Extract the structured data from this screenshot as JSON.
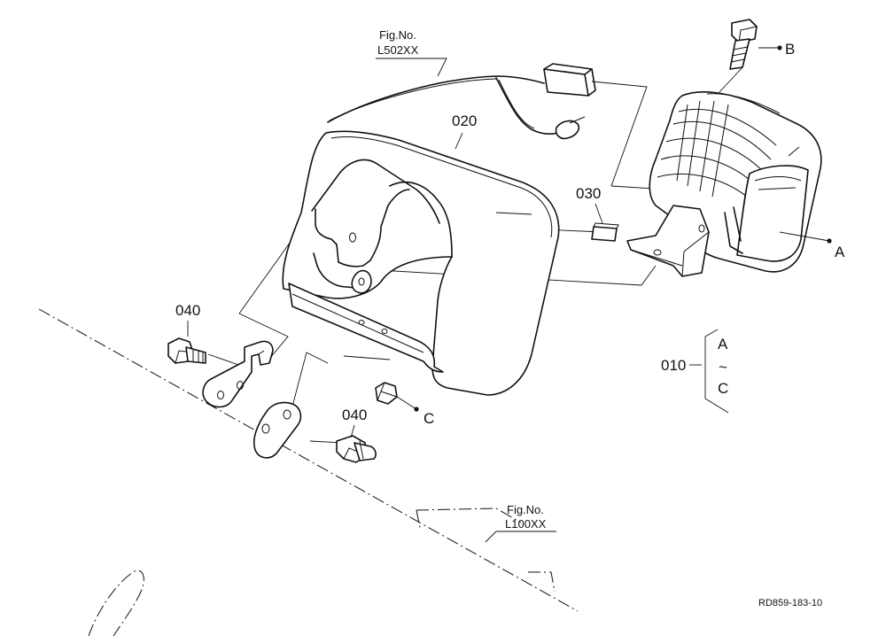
{
  "callouts": {
    "fig_top": {
      "label": "Fig.No.",
      "value": "L502XX"
    },
    "fig_bottom": {
      "label": "Fig.No.",
      "value": "L100XX"
    },
    "part_020": "020",
    "part_030": "030",
    "part_040_left": "040",
    "part_040_bottom": "040",
    "part_010": "010",
    "ref_a": "A",
    "ref_b": "B",
    "ref_c": "C",
    "range_from": "A",
    "range_sep": "~",
    "range_to": "C"
  },
  "drawing_id": "RD859-183-10"
}
